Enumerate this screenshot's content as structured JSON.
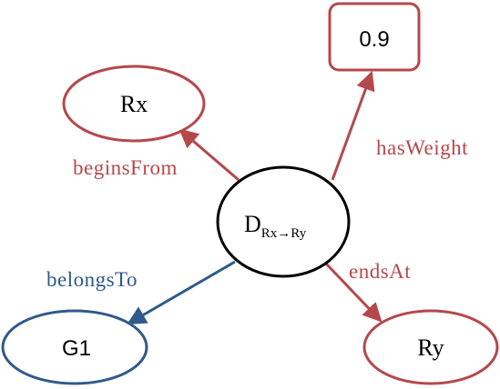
{
  "colors": {
    "red": "#b5484b",
    "blue": "#2f5a8c",
    "black": "#000000"
  },
  "nodes": {
    "center": {
      "main": "D",
      "subscript": "Rx→Ry"
    },
    "rx": {
      "label": "Rx"
    },
    "weight": {
      "label": "0.9"
    },
    "g1": {
      "label": "G1"
    },
    "ry": {
      "label": "Ry"
    }
  },
  "edges": {
    "begins_from": {
      "label": "beginsFrom"
    },
    "has_weight": {
      "label": "hasWeight"
    },
    "belongs_to": {
      "label": "belongsTo"
    },
    "ends_at": {
      "label": "endsAt"
    }
  }
}
